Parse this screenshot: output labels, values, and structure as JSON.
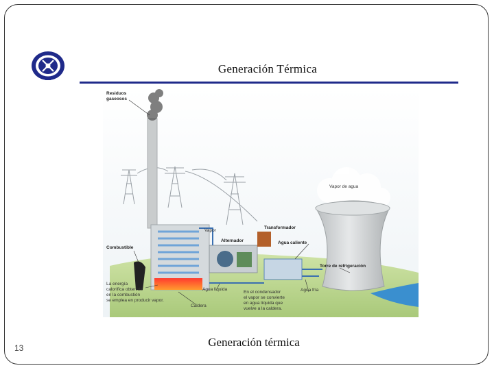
{
  "slide": {
    "title": "Generación Térmica",
    "caption": "Generación térmica",
    "page_number": "13",
    "accent_color": "#1f2a8a"
  },
  "logo": {
    "icon": "university-seal-icon"
  },
  "diagram": {
    "labels": {
      "residuos_1": "Residuos",
      "residuos_2": "gaseosos",
      "vapor_agua": "Vapor de agua",
      "transformador": "Transformador",
      "vapor": "Vapor",
      "alternador": "Alternador",
      "agua_caliente": "Agua caliente",
      "combustible": "Combustible",
      "torre": "Torre de refrigeración",
      "energia_1": "La energía",
      "energia_2": "calorífica obtenida",
      "energia_3": "en la combustión",
      "energia_4": "se emplea en producir vapor.",
      "agua_liquida": "Agua líquida",
      "caldera": "Caldera",
      "condensador_1": "En el condensador",
      "condensador_2": "el vapor se convierte",
      "condensador_3": "en agua líquida que",
      "condensador_4": "vuelve a la caldera.",
      "agua_fria": "Agua fría"
    }
  }
}
